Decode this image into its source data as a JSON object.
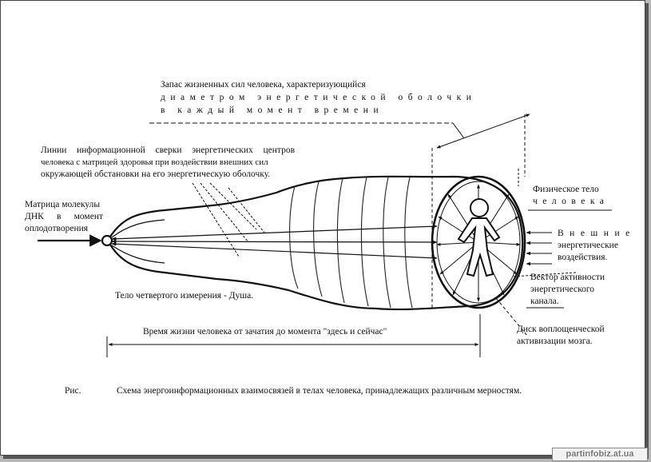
{
  "labels": {
    "reserve_line1": "Запас жизненных сил человека, характеризующийся",
    "reserve_line2": "диаметром энергетической оболочки",
    "reserve_line3": "в каждый момент времени",
    "lines_line1": "Линии информационной сверки энергетических центров",
    "lines_line2": "человека с матрицей здоровья при воздействии внешних сил",
    "lines_line3": "окружающей обстановки на его энергетическую оболочку.",
    "dna_line1": "Матрица молекулы",
    "dna_line2": "ДНК в момент",
    "dna_line3": "оплодотворения",
    "physical_line1": "Физическое тело",
    "physical_line2": "человека",
    "external_line1": "Внешние",
    "external_line2": "энергетические",
    "external_line3": "воздействия.",
    "vector_line1": "Вектор активности",
    "vector_line2": "энергетического",
    "vector_line3": "канала.",
    "soul": "Тело четвертого измерения - Душа.",
    "lifetime": "Время жизни человека от зачатия до момента \"здесь и сейчас\"",
    "disk_line1": "Диск воплощенческой",
    "disk_line2": "активизации  мозга.",
    "caption_prefix": "Рис.",
    "caption_text": "Схема энергоинформационных взаимосвязей в телах человека, принадлежащих различным мерностям."
  },
  "watermark": "partinfobiz.at.ua",
  "colors": {
    "ink": "#111111",
    "paper": "#ffffff",
    "backdrop": "#b8b8b8"
  }
}
